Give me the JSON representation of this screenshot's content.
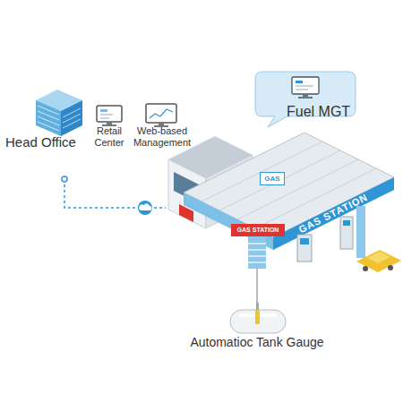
{
  "diagram": {
    "nodes": [
      {
        "text": [
          "Head Office"
        ]
      },
      {
        "text": [
          "Fuel MGT"
        ]
      },
      {
        "text": [
          "GAS STATION"
        ]
      },
      {
        "text": [
          "GAS"
        ],
        "in": 2
      },
      {
        "text": [
          "GAS STATION"
        ],
        "in": 2
      },
      {
        "text": [
          "Automatioc Tank Gauge"
        ]
      }
    ],
    "edges": [
      {
        "from": 0,
        "to": 2,
        "arrow": "none"
      },
      {
        "from": 2,
        "to": 5,
        "arrow": "none"
      }
    ],
    "labels": [
      "Retail Center",
      "Web-based Management"
    ]
  }
}
